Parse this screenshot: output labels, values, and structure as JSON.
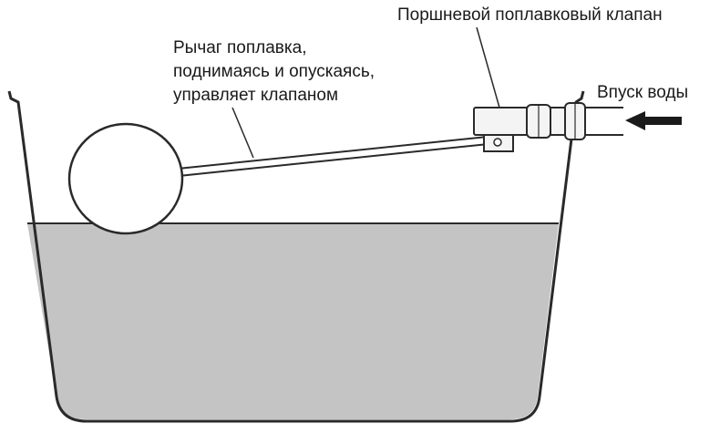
{
  "labels": {
    "valve": "Поршневой поплавковый клапан",
    "inlet": "Впуск воды",
    "lever": [
      "Рычаг поплавка,",
      "поднимаясь и опускаясь,",
      "управляет клапаном"
    ]
  },
  "colors": {
    "water": "#c4c4c4",
    "line": "#2a2a2a",
    "float_fill": "#ffffff",
    "valve_fill": "#f4f4f4"
  }
}
